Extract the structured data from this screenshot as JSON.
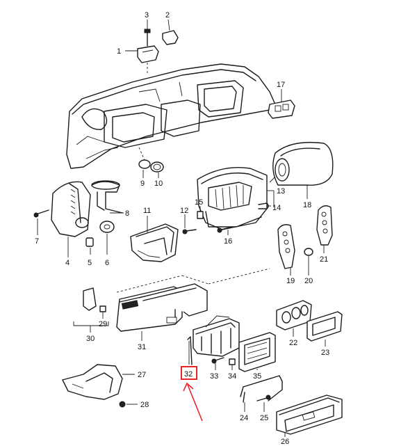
{
  "labels": {
    "l1": "1",
    "l2": "2",
    "l3": "3",
    "l4": "4",
    "l5": "5",
    "l6": "6",
    "l7": "7",
    "l8": "8",
    "l9": "9",
    "l10": "10",
    "l11": "11",
    "l12": "12",
    "l13": "13",
    "l14": "14",
    "l15": "15",
    "l16": "16",
    "l17": "17",
    "l18": "18",
    "l19": "19",
    "l20": "20",
    "l21": "21",
    "l22": "22",
    "l23": "23",
    "l24": "24",
    "l25": "25",
    "l26": "26",
    "l27": "27",
    "l28": "28",
    "l29": "29",
    "l30": "30",
    "l31": "31",
    "l32": "32",
    "l33": "33",
    "l34": "34",
    "l35": "35"
  },
  "highlight": {
    "part": "32",
    "color": "#e8232a"
  },
  "colors": {
    "line": "#1a1a1a",
    "background": "#ffffff"
  }
}
